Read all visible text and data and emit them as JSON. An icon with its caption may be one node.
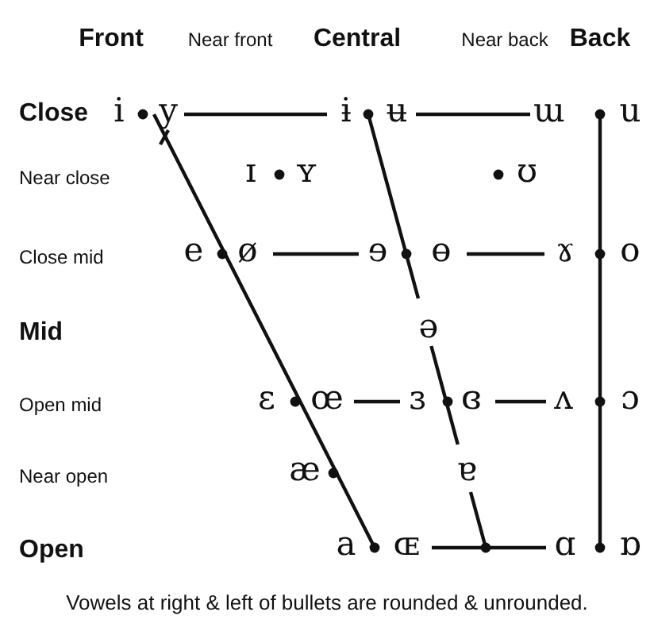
{
  "diagram": {
    "caption": "Vowels at right & left of bullets are rounded & unrounded.",
    "labels": [
      "Front",
      "Near front",
      "Central",
      "Near back",
      "Back",
      "Close",
      "i",
      "y",
      "ɨ",
      "ʉ",
      "ɯ",
      "u",
      "Near close",
      "ɪ",
      "ʏ",
      "ʊ",
      "Close mid",
      "e",
      "ø",
      "ɘ",
      "ɵ",
      "ɤ",
      "o",
      "Mid",
      "ə",
      "Open mid",
      "ɛ",
      "œ",
      "ɜ",
      "ɞ",
      "ʌ",
      "ɔ",
      "Near open",
      "æ",
      "ɐ",
      "Open",
      "a",
      "ɶ",
      "ɑ",
      "ɒ"
    ]
  }
}
